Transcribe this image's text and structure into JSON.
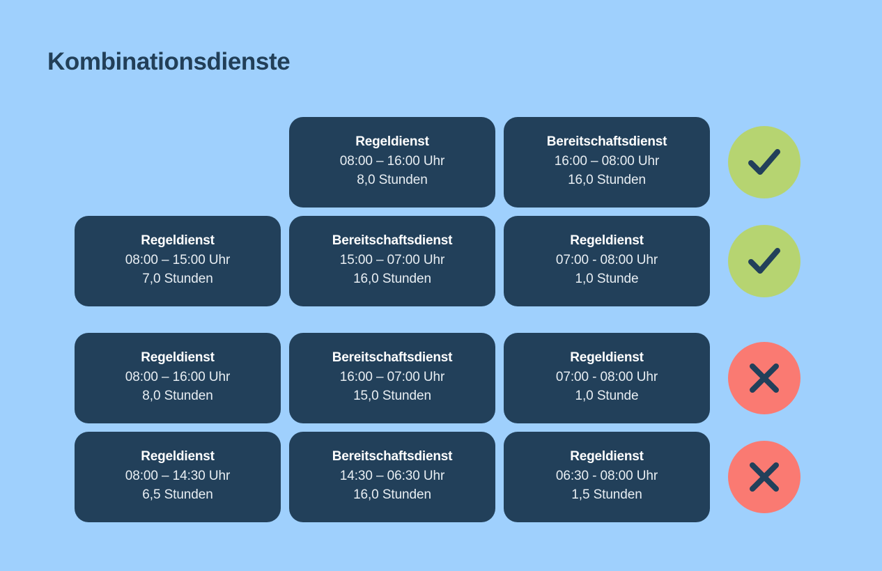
{
  "page": {
    "title": "Kombinationsdienste",
    "background_color": "#9fd0fd",
    "card_color": "#22405a",
    "title_color": "#223f58",
    "ok_color": "#b6d471",
    "bad_color": "#fa7a72"
  },
  "rows": [
    {
      "status": "ok",
      "status_icon": "check-icon",
      "cells": [
        {
          "empty": true,
          "title": "",
          "time": "",
          "hours": ""
        },
        {
          "empty": false,
          "title": "Regeldienst",
          "time": "08:00 – 16:00 Uhr",
          "hours": "8,0 Stunden"
        },
        {
          "empty": false,
          "title": "Bereitschaftsdienst",
          "time": "16:00 – 08:00 Uhr",
          "hours": "16,0 Stunden"
        }
      ]
    },
    {
      "status": "ok",
      "status_icon": "check-icon",
      "cells": [
        {
          "empty": false,
          "title": "Regeldienst",
          "time": "08:00 – 15:00 Uhr",
          "hours": "7,0 Stunden"
        },
        {
          "empty": false,
          "title": "Bereitschaftsdienst",
          "time": "15:00 – 07:00 Uhr",
          "hours": "16,0 Stunden"
        },
        {
          "empty": false,
          "title": "Regeldienst",
          "time": "07:00 - 08:00 Uhr",
          "hours": "1,0 Stunde"
        }
      ]
    },
    {
      "status": "bad",
      "status_icon": "cross-icon",
      "cells": [
        {
          "empty": false,
          "title": "Regeldienst",
          "time": "08:00 – 16:00 Uhr",
          "hours": "8,0 Stunden"
        },
        {
          "empty": false,
          "title": "Bereitschaftsdienst",
          "time": "16:00 – 07:00 Uhr",
          "hours": "15,0 Stunden"
        },
        {
          "empty": false,
          "title": "Regeldienst",
          "time": "07:00 - 08:00 Uhr",
          "hours": "1,0 Stunde"
        }
      ]
    },
    {
      "status": "bad",
      "status_icon": "cross-icon",
      "cells": [
        {
          "empty": false,
          "title": "Regeldienst",
          "time": "08:00 – 14:30 Uhr",
          "hours": "6,5 Stunden"
        },
        {
          "empty": false,
          "title": "Bereitschaftsdienst",
          "time": "14:30 – 06:30 Uhr",
          "hours": "16,0 Stunden"
        },
        {
          "empty": false,
          "title": "Regeldienst",
          "time": "06:30 - 08:00 Uhr",
          "hours": "1,5 Stunden"
        }
      ]
    }
  ]
}
